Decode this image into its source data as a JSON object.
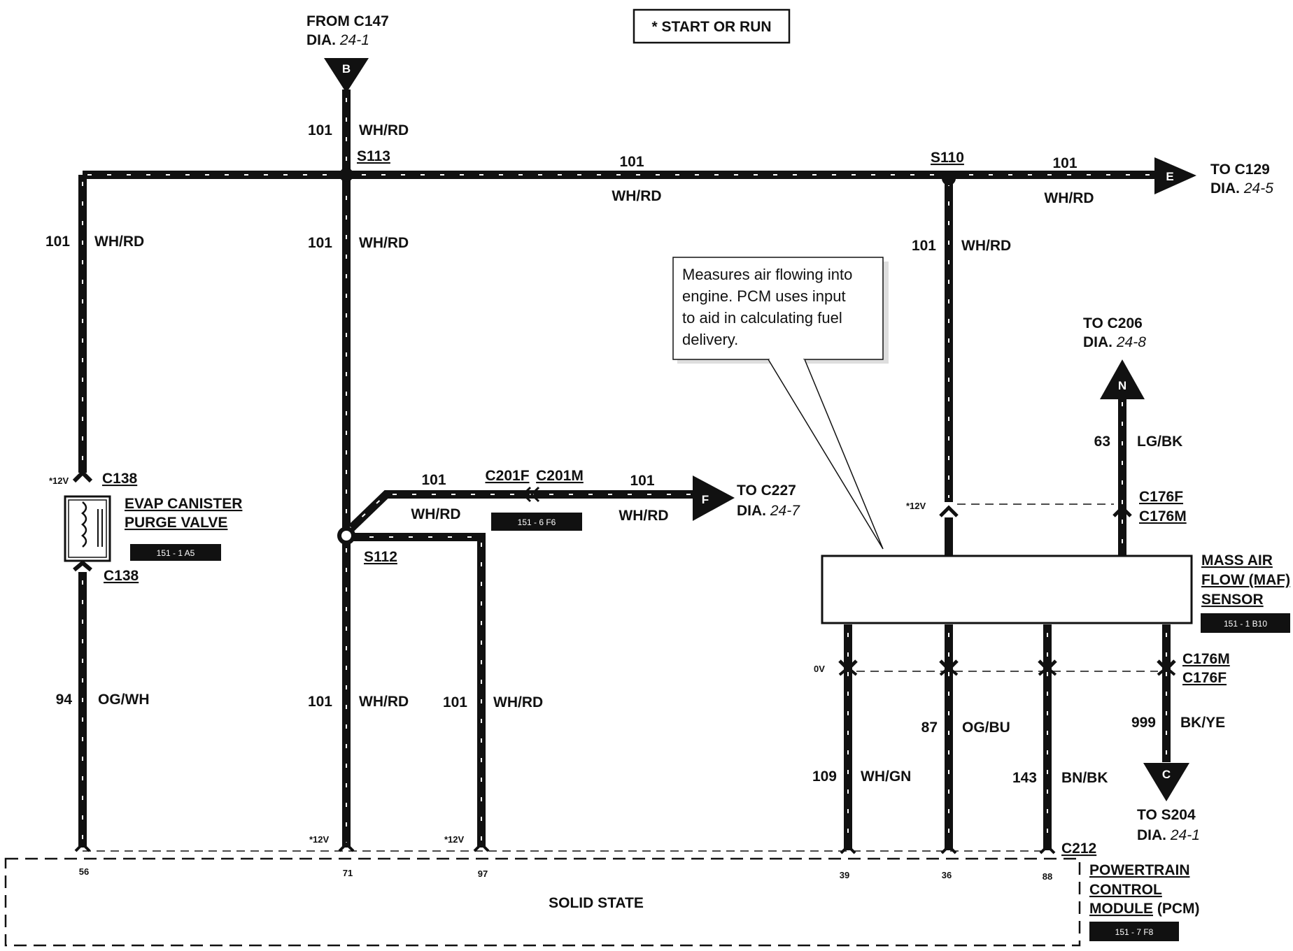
{
  "header": {
    "start_or_run": "* START OR RUN"
  },
  "from_c147": {
    "line1": "FROM C147",
    "dia_prefix": "DIA.",
    "dia_ref": "24-1",
    "letter": "B"
  },
  "to_c129": {
    "line1": "TO C129",
    "dia_prefix": "DIA.",
    "dia_ref": "24-5",
    "letter": "E"
  },
  "to_c206": {
    "line1": "TO C206",
    "dia_prefix": "DIA.",
    "dia_ref": "24-8",
    "letter": "N"
  },
  "to_c227": {
    "line1": "TO C227",
    "dia_prefix": "DIA.",
    "dia_ref": "24-7",
    "letter": "F"
  },
  "to_s204": {
    "line1": "TO S204",
    "dia_prefix": "DIA.",
    "dia_ref": "24-1",
    "letter": "C"
  },
  "splices": {
    "s113": "S113",
    "s110": "S110",
    "s112": "S112"
  },
  "wires": {
    "w101": "101",
    "wh_rd": "WH/RD",
    "w94": "94",
    "og_wh": "OG/WH",
    "w63": "63",
    "lg_bk": "LG/BK",
    "w87": "87",
    "og_bu": "OG/BU",
    "w109": "109",
    "wh_gn": "WH/GN",
    "w143": "143",
    "bn_bk": "BN/BK",
    "w999": "999",
    "bk_ye": "BK/YE"
  },
  "connectors": {
    "c138": "C138",
    "c201f": "C201F",
    "c201m": "C201M",
    "c201_ref": "151 - 6 F6",
    "c176f": "C176F",
    "c176m": "C176M",
    "c212": "C212"
  },
  "voltages": {
    "v12": "*12V",
    "v0": "0V"
  },
  "evap": {
    "line1": "EVAP CANISTER",
    "line2": "PURGE VALVE",
    "ref": "151 - 1 A5"
  },
  "maf": {
    "line1": "MASS AIR",
    "line2": "FLOW (MAF)",
    "line3": "SENSOR",
    "ref": "151 - 1 B10"
  },
  "pcm": {
    "line1": "POWERTRAIN",
    "line2": "CONTROL",
    "line3": "MODULE",
    "line3b": "(PCM)",
    "ref": "151 - 7 F8",
    "body": "SOLID STATE"
  },
  "pins": {
    "p56": "56",
    "p71": "71",
    "p97": "97",
    "p39": "39",
    "p36": "36",
    "p88": "88"
  },
  "callout": {
    "line1": "Measures air flowing into",
    "line2": "engine. PCM uses input",
    "line3": "to aid in calculating fuel",
    "line4": "delivery."
  },
  "colors": {
    "wire": "#111111",
    "background": "#ffffff",
    "stripe": "#ffffff"
  }
}
